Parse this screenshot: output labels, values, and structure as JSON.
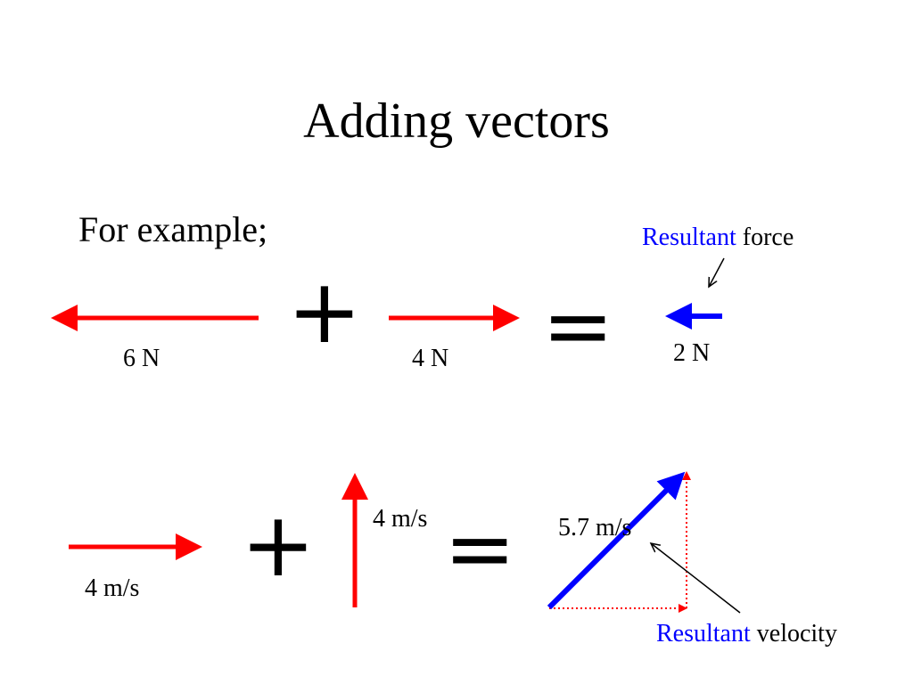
{
  "slide": {
    "title": "Adding vectors",
    "subtitle": "For example;"
  },
  "forces": {
    "vector_a_label": "6 N",
    "vector_b_label": "4 N",
    "result_label": "2 N",
    "plus": "+",
    "equals": "=",
    "annotation_accent": "Resultant",
    "annotation_rest": " force"
  },
  "velocities": {
    "vector_a_label": "4 m/s",
    "vector_b_label": "4 m/s",
    "result_label": "5.7 m/s",
    "plus": "+",
    "equals": "=",
    "annotation_accent": "Resultant",
    "annotation_rest": " velocity"
  },
  "colors": {
    "component_vectors": "#ff0000",
    "resultant_vectors": "#0000ff",
    "annotation_accent": "#0000ff",
    "text": "#000000"
  }
}
